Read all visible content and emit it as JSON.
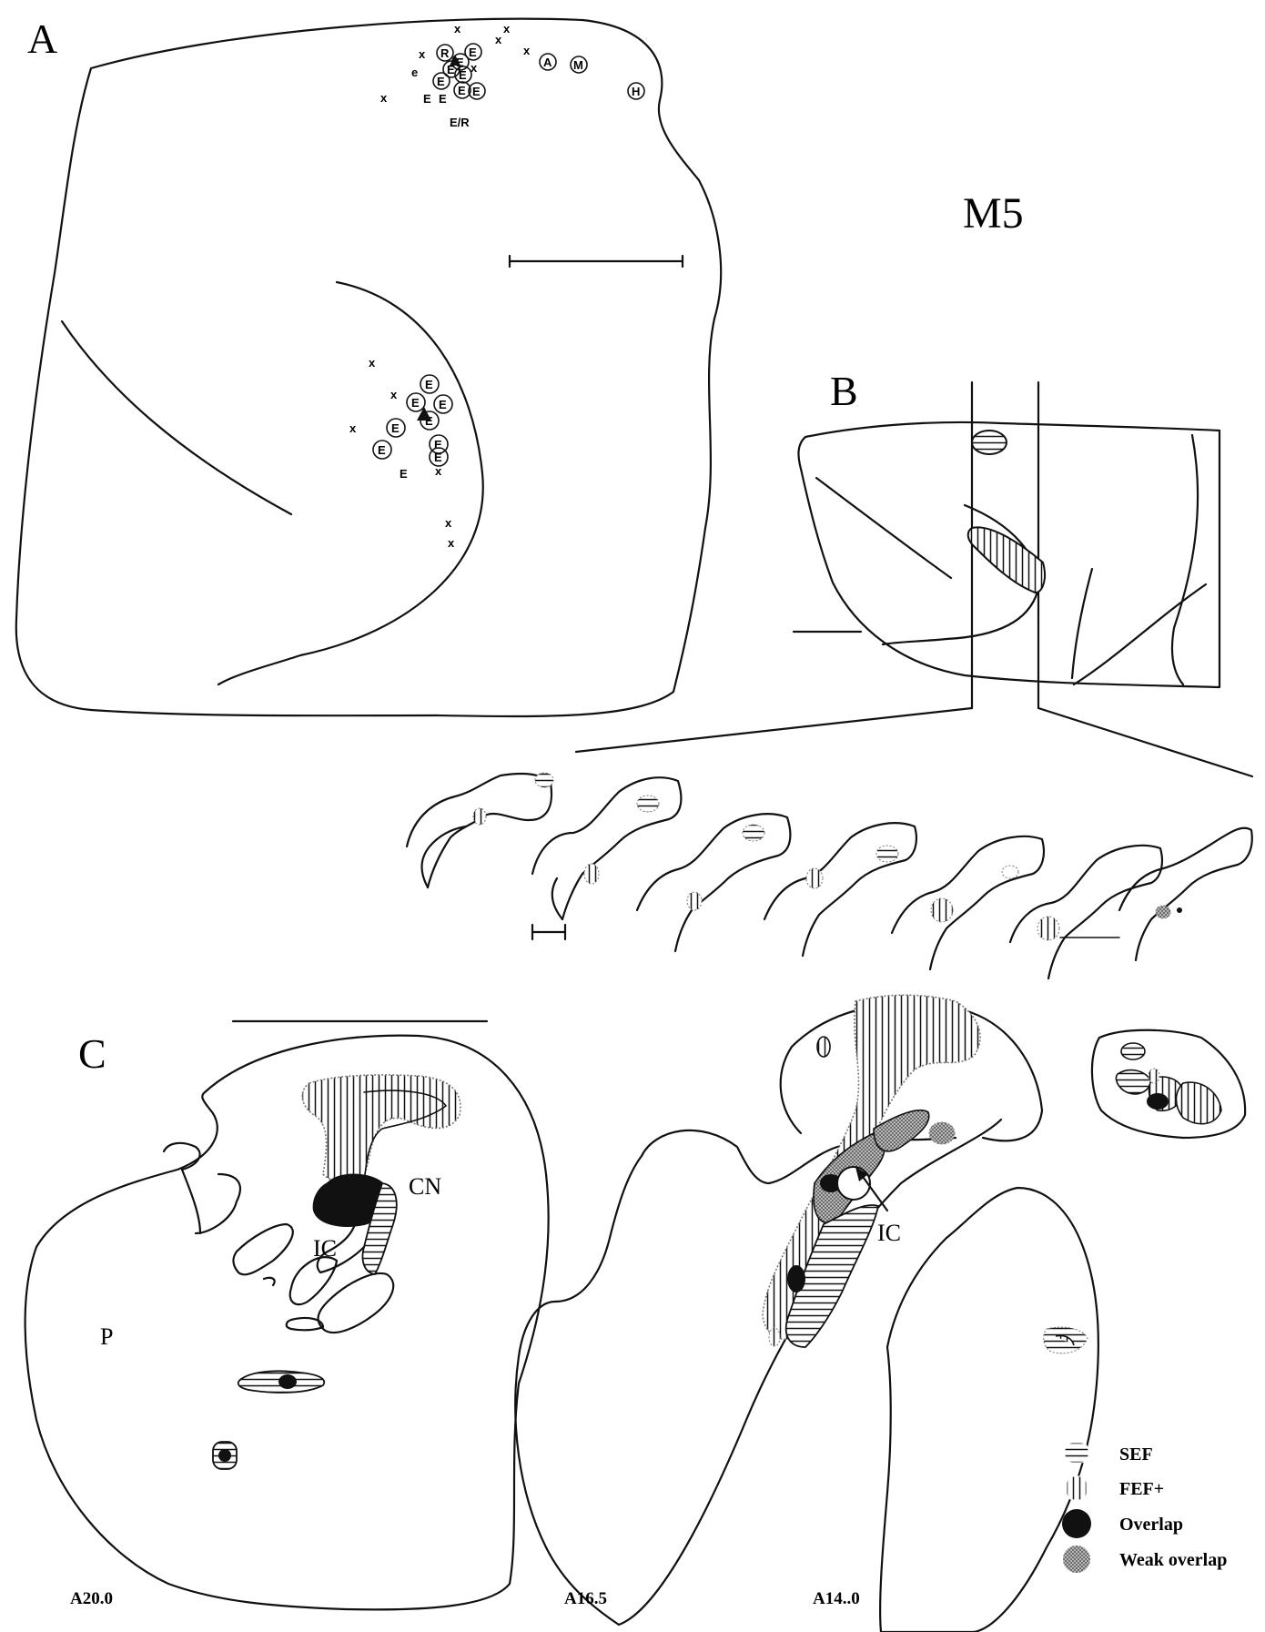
{
  "figure": {
    "id_label": "M5",
    "panels": {
      "a": {
        "letter": "A"
      },
      "b": {
        "letter": "B"
      },
      "c": {
        "letter": "C"
      }
    },
    "site_markers": {
      "x": "x",
      "e_small": "e",
      "E": "E",
      "R": "R",
      "A": "A",
      "M": "M",
      "H": "H",
      "ER": "E/R"
    },
    "labels": {
      "cn": "CN",
      "ic_left": "IC",
      "ic_right": "IC",
      "p": "P"
    },
    "sections": {
      "a20": "A20.0",
      "a165": "A16.5",
      "a14": "A14..0"
    },
    "legend": [
      {
        "key": "sef",
        "label": "SEF"
      },
      {
        "key": "fef",
        "label": "FEF+"
      },
      {
        "key": "overlap",
        "label": "Overlap"
      },
      {
        "key": "weak",
        "label": "Weak overlap"
      }
    ],
    "colors": {
      "ink": "#111111",
      "weak_overlap": "#8a8a8a",
      "background": "#ffffff"
    }
  }
}
